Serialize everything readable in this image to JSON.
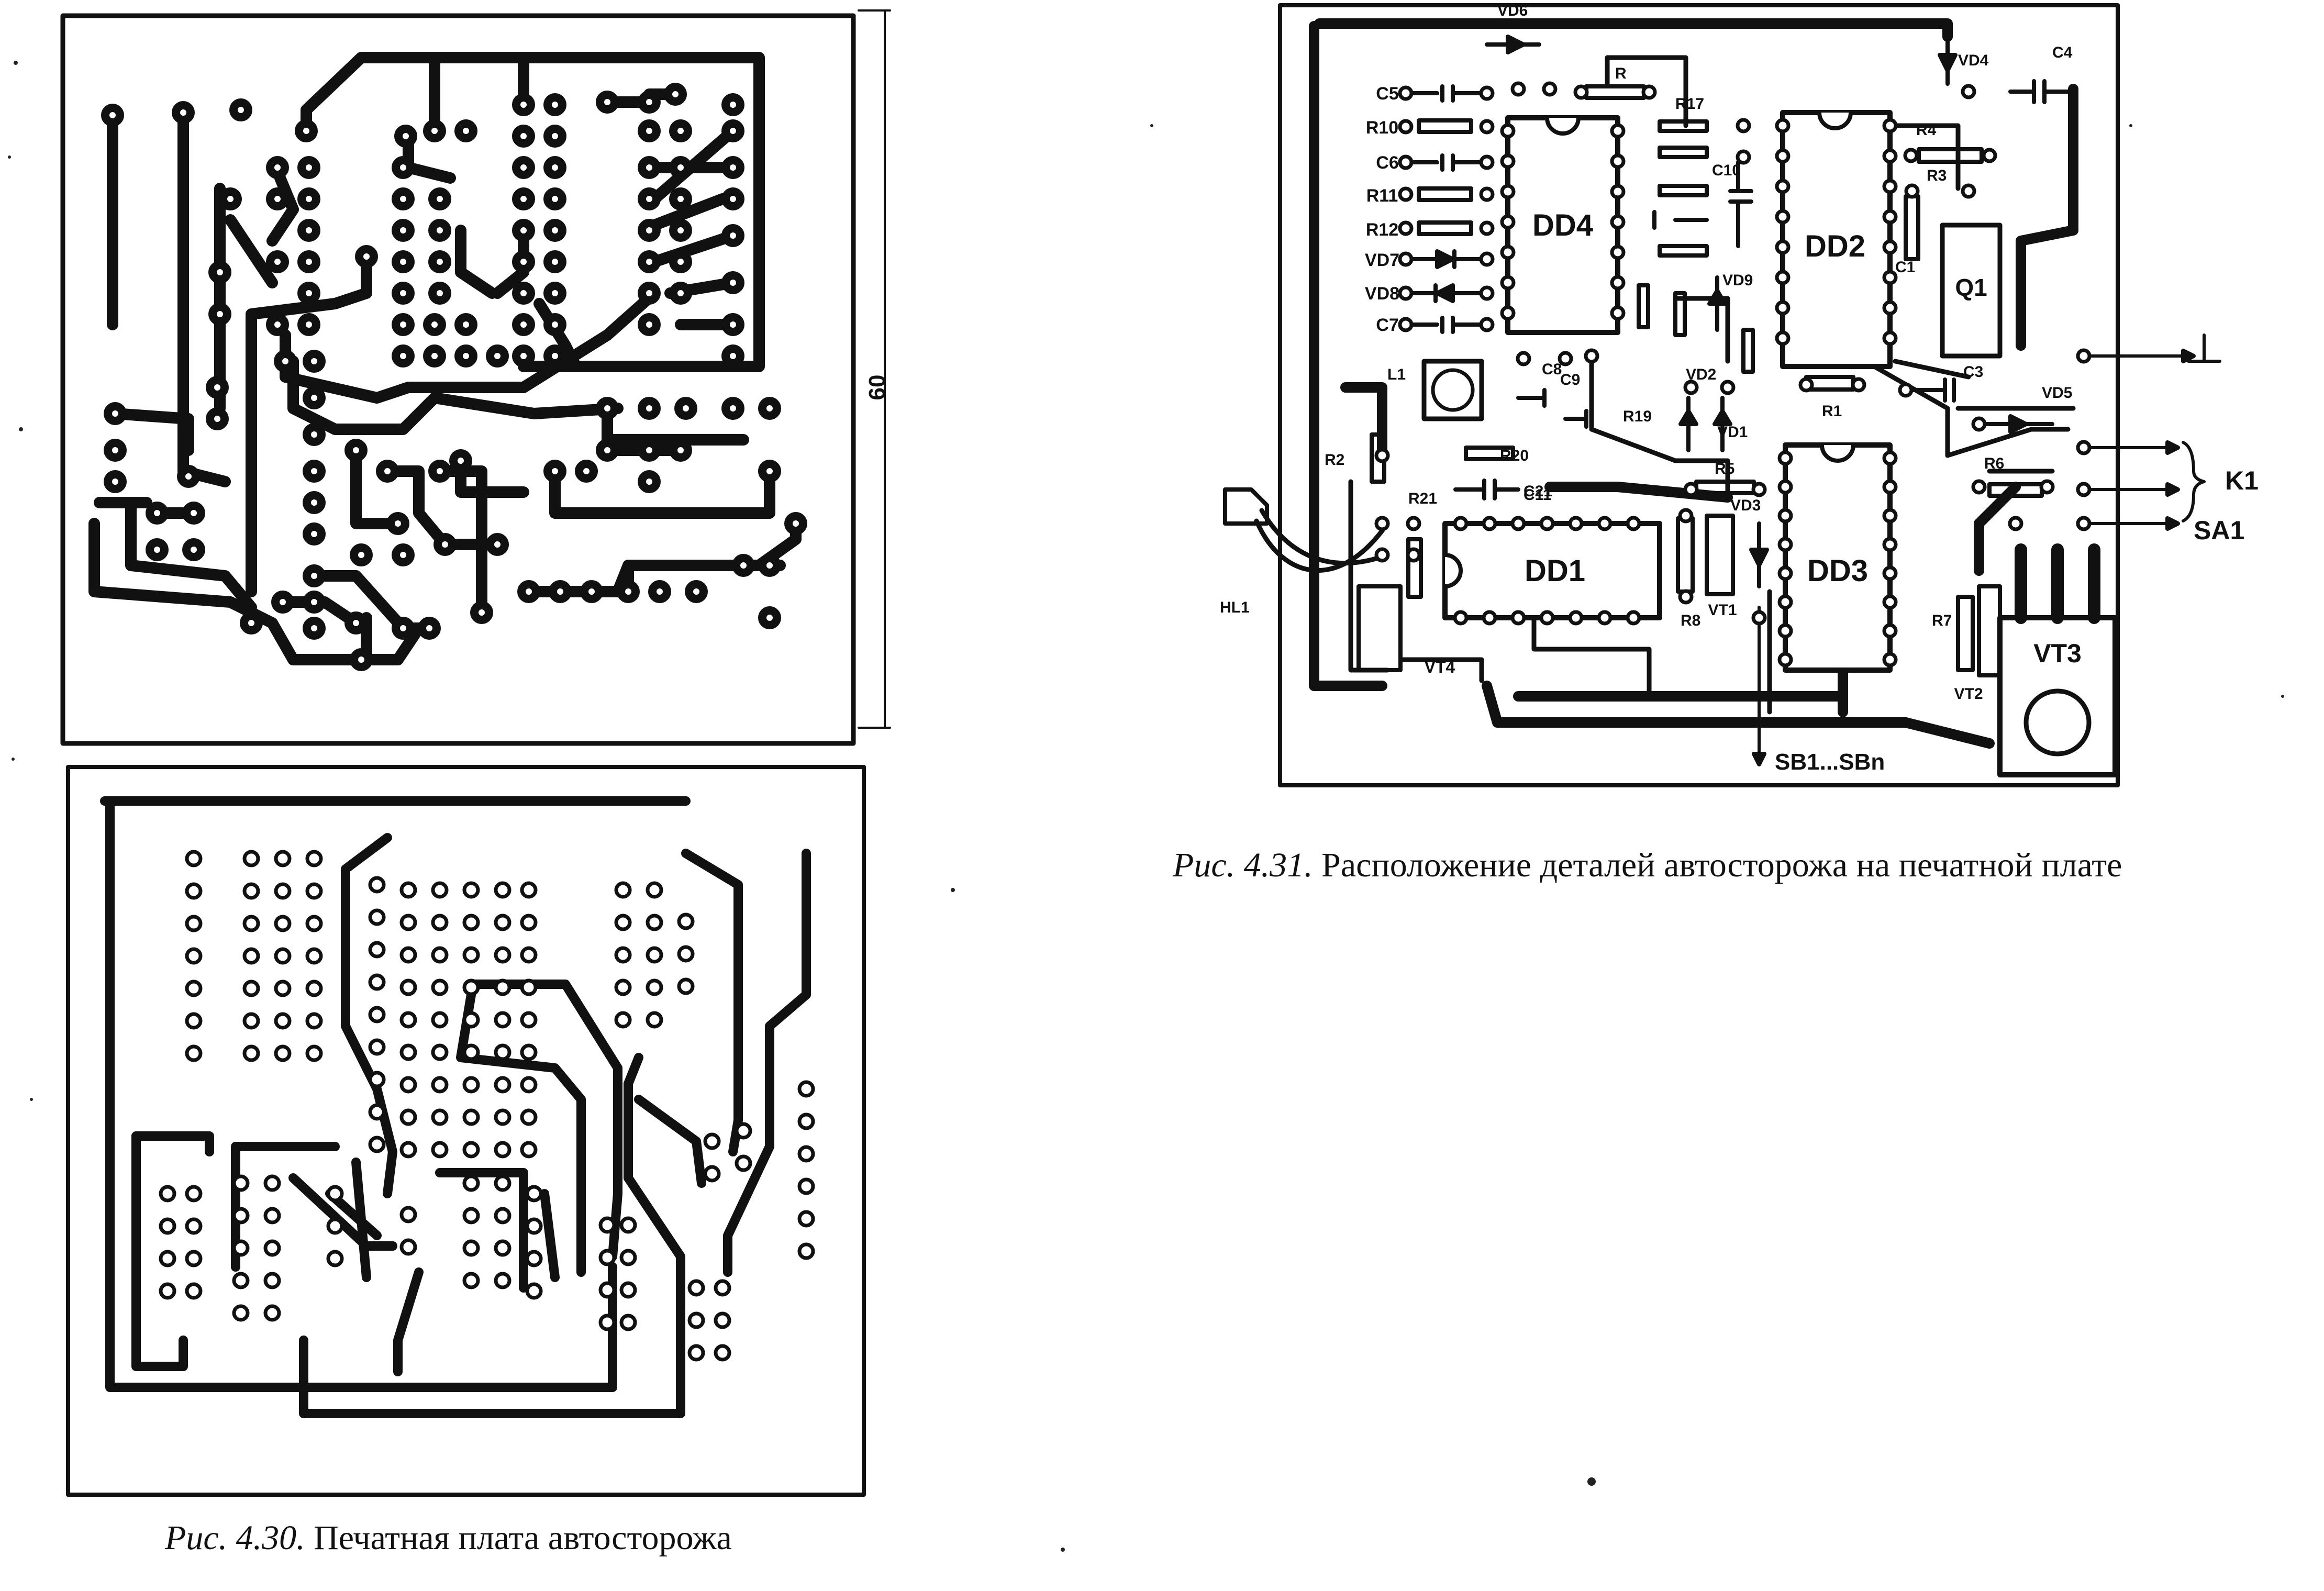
{
  "figure_430": {
    "dimension_label": "60",
    "caption_prefix": "Рис. 4.30.",
    "caption_text": "Печатная плата автосторожа"
  },
  "figure_431": {
    "caption_prefix": "Рис. 4.31.",
    "caption_text": "Расположение деталей автосторожа на печатной плате",
    "ic_labels": [
      "DD4",
      "DD2",
      "DD1",
      "DD3"
    ],
    "transistor_labels": [
      "Q1",
      "VT3",
      "VT1",
      "VT2",
      "VT4"
    ],
    "component_labels_left": [
      "C5",
      "R10",
      "C6",
      "R11",
      "R12",
      "VD7",
      "VD8",
      "C7"
    ],
    "component_labels_misc": [
      "VD6",
      "R",
      "R17",
      "VD4",
      "C4",
      "R4",
      "R3",
      "C1",
      "C10",
      "VD9",
      "C9",
      "C8",
      "R19",
      "VD2",
      "VD1",
      "C3",
      "VD5",
      "L1",
      "R20",
      "C11",
      "R2",
      "R21",
      "C21",
      "R5",
      "VD3",
      "R1",
      "R6",
      "R7",
      "R8",
      "HL1"
    ],
    "external_labels": [
      "K1",
      "SA1",
      "SB1...SBn"
    ]
  }
}
